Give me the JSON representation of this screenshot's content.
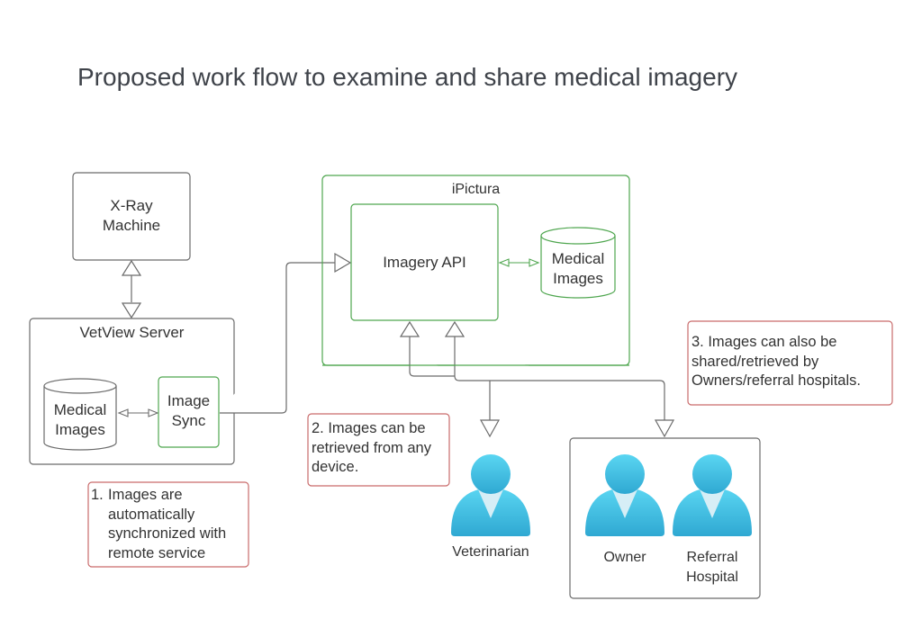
{
  "title": "Proposed work flow to examine and share medical imagery",
  "colors": {
    "neutral_stroke": "#6b6b6b",
    "green_stroke": "#4fa64f",
    "note_stroke": "#c96b6b",
    "person_fill": "#3fbde0"
  },
  "nodes": {
    "xray": {
      "label_line1": "X-Ray",
      "label_line2": "Machine"
    },
    "vetview": {
      "label": "VetView Server"
    },
    "vetview_db": {
      "label_line1": "Medical",
      "label_line2": "Images"
    },
    "image_sync": {
      "label_line1": "Image",
      "label_line2": "Sync"
    },
    "ipictura": {
      "label": "iPictura"
    },
    "imagery_api": {
      "label": "Imagery API"
    },
    "ipictura_db": {
      "label_line1": "Medical",
      "label_line2": "Images"
    },
    "veterinarian": {
      "label": "Veterinarian",
      "icon": "person-icon"
    },
    "owner": {
      "label": "Owner",
      "icon": "person-icon"
    },
    "referral": {
      "label_line1": "Referral",
      "label_line2": "Hospital",
      "icon": "person-icon"
    }
  },
  "notes": [
    {
      "number": "1.",
      "text": "Images are automatically synchronized with remote service"
    },
    {
      "number": "2.",
      "text": "2. Images can be retrieved from any device."
    },
    {
      "number": "3.",
      "text": "3. Images can also be shared/retrieved by Owners/referral hospitals."
    }
  ]
}
